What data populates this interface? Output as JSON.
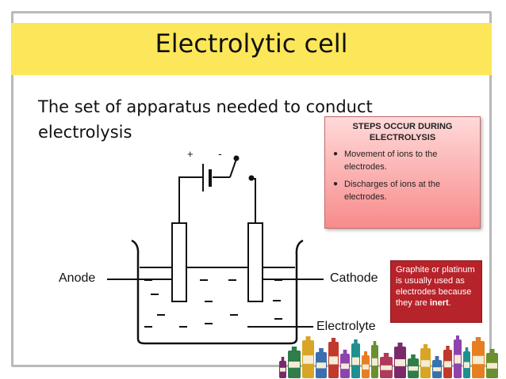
{
  "slide": {
    "title": "Electrolytic cell",
    "subtitle": "The set of apparatus needed to conduct electrolysis"
  },
  "steps_box": {
    "title": "STEPS OCCUR DURING ELECTROLYSIS",
    "items": [
      "Movement of ions to the electrodes.",
      "Discharges of ions at the electrodes."
    ]
  },
  "note_box": {
    "text_before": "Graphite or platinum is usually used as electrodes because they are ",
    "emphasis": "inert",
    "text_after": "."
  },
  "diagram": {
    "anode_label": "Anode",
    "cathode_label": "Cathode",
    "electrolyte_label": "Electrolyte",
    "battery_plus": "+",
    "battery_minus": "-"
  },
  "colors": {
    "title_band": "#fce75a",
    "note_box": "#b7232a",
    "steps_box": "#f88b8b"
  }
}
